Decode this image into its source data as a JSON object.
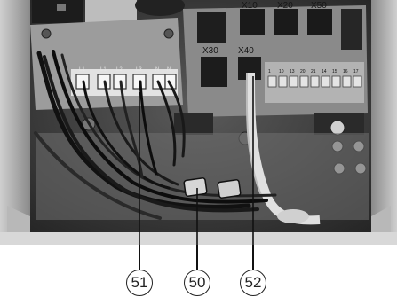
{
  "board_labels": {
    "x30": "X30",
    "x40": "X40",
    "x10": "X10",
    "x20": "X20",
    "x50": "X50"
  },
  "terminal_labels": {
    "l1": "L1",
    "l1_2": "L1",
    "l2": "L2",
    "l3": "L3",
    "n": "N",
    "n2": "N"
  },
  "strip_numbers": [
    "1",
    "10",
    "13",
    "20",
    "21",
    "14",
    "15",
    "16",
    "17"
  ],
  "callouts": {
    "c51": "51",
    "c50": "50",
    "c52": "52"
  }
}
